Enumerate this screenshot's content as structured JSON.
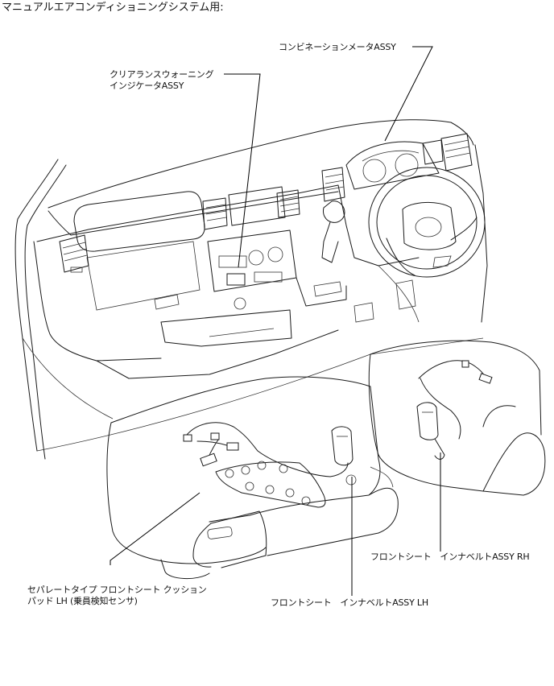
{
  "title": "マニュアルエアコンディショニングシステム用:",
  "labels": {
    "combination_meter": "コンビネーションメータASSY",
    "clearance_warning_line1": "クリアランスウォーニング",
    "clearance_warning_line2": "インジケータASSY",
    "seat_pad_line1": "セパレートタイプ フロントシート クッション",
    "seat_pad_line2": "パッド LH (乗員検知センサ)",
    "belt_lh": "フロントシート　インナベルトASSY LH",
    "belt_rh": "フロントシート　インナベルトASSY RH"
  }
}
